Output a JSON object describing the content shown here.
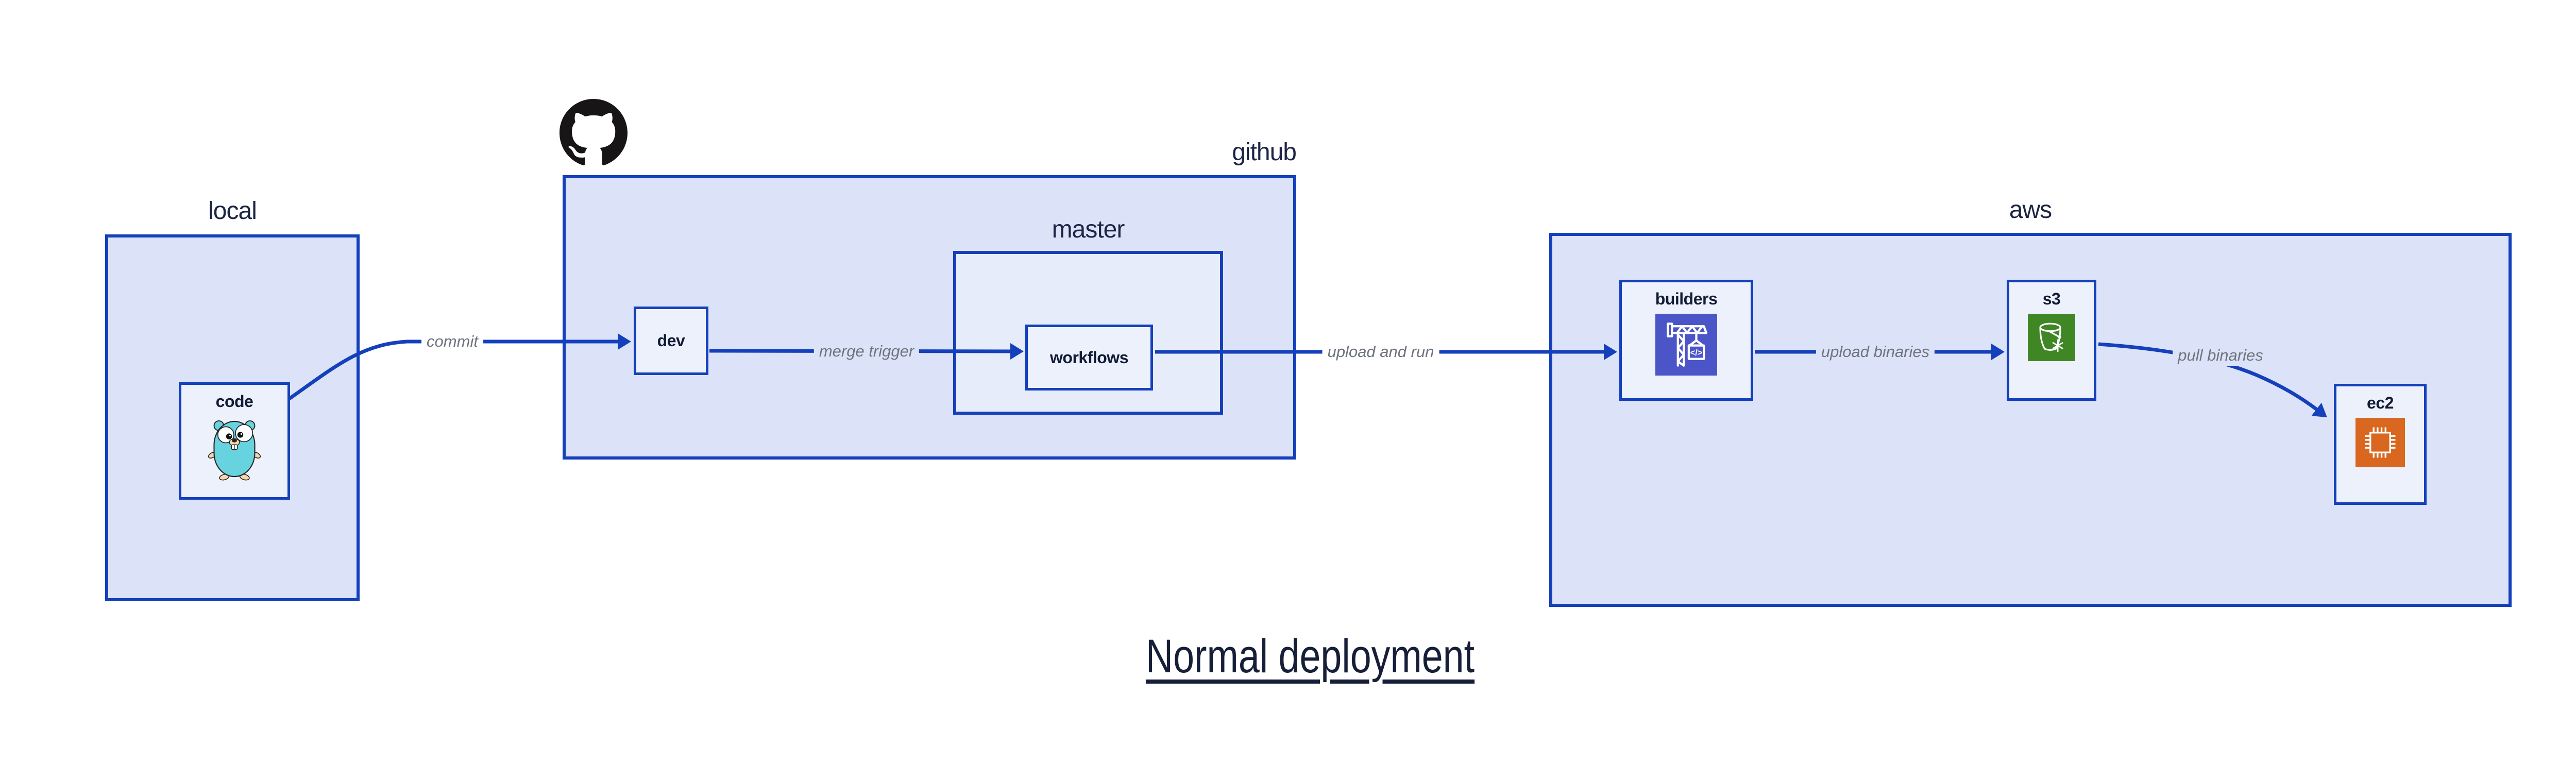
{
  "title": "Normal deployment",
  "groups": {
    "local": {
      "label": "local"
    },
    "github": {
      "label": "github"
    },
    "master": {
      "label": "master"
    },
    "aws": {
      "label": "aws"
    }
  },
  "nodes": {
    "code": {
      "label": "code",
      "icon": "go-gopher-icon"
    },
    "dev": {
      "label": "dev"
    },
    "workflows": {
      "label": "workflows"
    },
    "builders": {
      "label": "builders",
      "icon": "codebuild-crane-icon",
      "icon_bg": "#4b55c8"
    },
    "s3": {
      "label": "s3",
      "icon": "s3-bucket-icon",
      "icon_bg": "#3f8624"
    },
    "ec2": {
      "label": "ec2",
      "icon": "ec2-chip-icon",
      "icon_bg": "#d9671f"
    }
  },
  "edges": {
    "commit": {
      "label": "commit"
    },
    "merge_trigger": {
      "label": "merge trigger"
    },
    "upload_and_run": {
      "label": "upload and run"
    },
    "upload_binaries": {
      "label": "upload binaries"
    },
    "pull_binaries": {
      "label": "pull binaries"
    }
  },
  "colors": {
    "line_blue": "#1540bc",
    "group_fill": "#dce3f8",
    "master_fill": "#e7ecfa",
    "node_fill": "#edf1fc",
    "text_dark": "#141d39",
    "edge_label_gray": "#6e737e",
    "github_logo_black": "#171515",
    "gopher_teal": "#66d3df",
    "codebuild_indigo": "#4b55c8",
    "s3_green": "#3f8624",
    "ec2_orange": "#d9671f"
  }
}
